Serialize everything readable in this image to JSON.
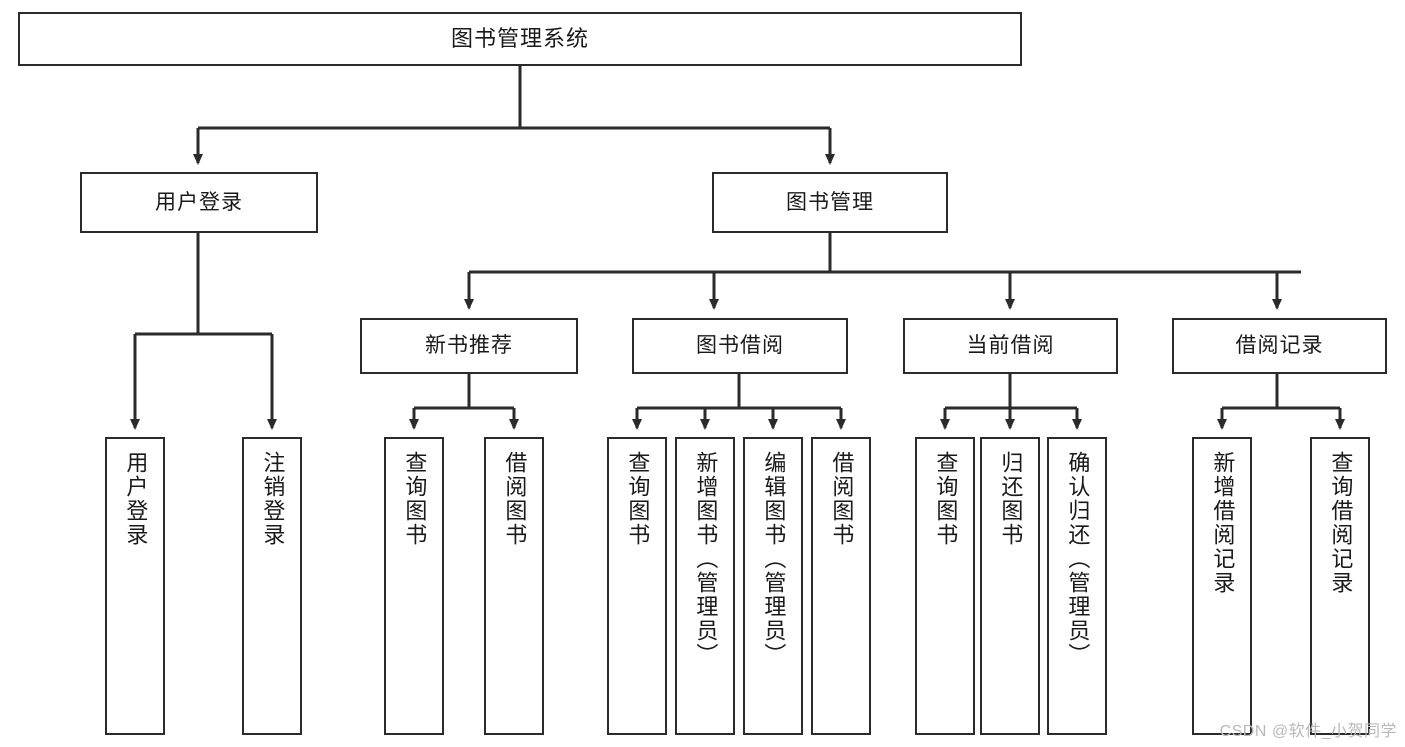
{
  "diagram": {
    "title": "图书管理系统",
    "type": "tree-hierarchy-chart",
    "root": {
      "id": "root",
      "label": "图书管理系统"
    },
    "level2": [
      {
        "id": "user-login",
        "label": "用户登录"
      },
      {
        "id": "book-manage",
        "label": "图书管理"
      }
    ],
    "level3": [
      {
        "id": "new-book-recommend",
        "label": "新书推荐",
        "parent": "book-manage"
      },
      {
        "id": "book-borrow",
        "label": "图书借阅",
        "parent": "book-manage"
      },
      {
        "id": "current-borrow",
        "label": "当前借阅",
        "parent": "book-manage"
      },
      {
        "id": "borrow-record",
        "label": "借阅记录",
        "parent": "book-manage"
      }
    ],
    "leaves": {
      "user_login": [
        {
          "id": "leaf-user-login",
          "label": "用户登录"
        },
        {
          "id": "leaf-logout-login",
          "label": "注销登录"
        }
      ],
      "new_book_recommend": [
        {
          "id": "leaf-query-book-1",
          "label": "查询图书"
        },
        {
          "id": "leaf-borrow-book-1",
          "label": "借阅图书"
        }
      ],
      "book_borrow": [
        {
          "id": "leaf-query-book-2",
          "label": "查询图书"
        },
        {
          "id": "leaf-add-book",
          "label": "新增图书（管理员）"
        },
        {
          "id": "leaf-edit-book",
          "label": "编辑图书（管理员）"
        },
        {
          "id": "leaf-borrow-book-2",
          "label": "借阅图书"
        }
      ],
      "current_borrow": [
        {
          "id": "leaf-query-book-3",
          "label": "查询图书"
        },
        {
          "id": "leaf-return-book",
          "label": "归还图书"
        },
        {
          "id": "leaf-confirm-return",
          "label": "确认归还（管理员）"
        }
      ],
      "borrow_record": [
        {
          "id": "leaf-add-record",
          "label": "新增借阅记录"
        },
        {
          "id": "leaf-query-record",
          "label": "查询借阅记录"
        }
      ]
    }
  },
  "watermark": {
    "text": "CSDN @软件_小贺同学"
  },
  "colors": {
    "stroke": "#2b2b2b",
    "text": "#1a1a1a",
    "background": "#ffffff",
    "watermark": "#b9b9b9"
  }
}
